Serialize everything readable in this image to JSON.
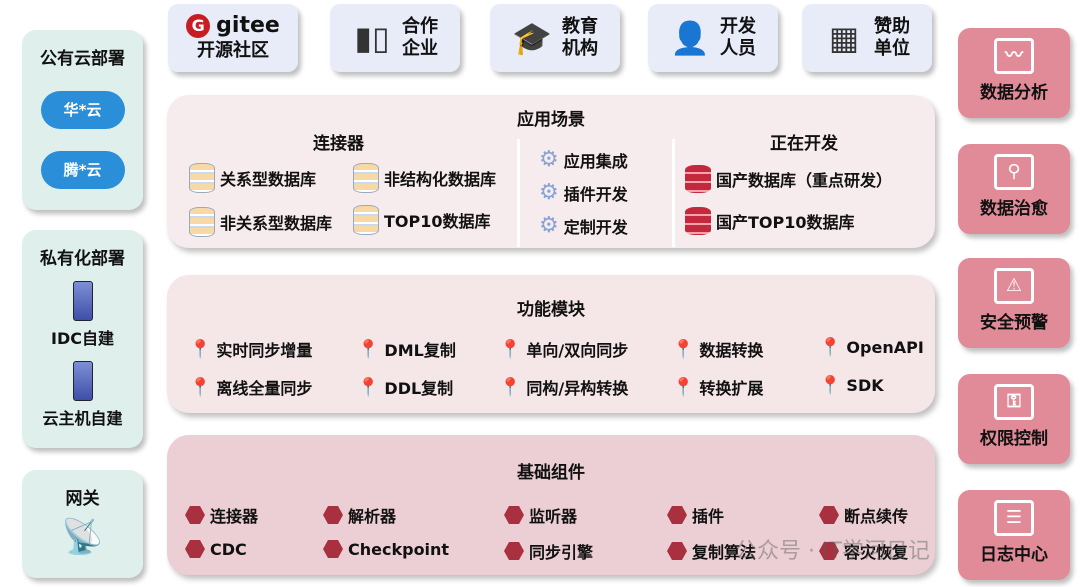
{
  "left": {
    "public": {
      "title": "公有云部署",
      "items": [
        "华*云",
        "腾*云"
      ]
    },
    "private": {
      "title": "私有化部署",
      "items": [
        "IDC自建",
        "云主机自建"
      ]
    },
    "gateway": {
      "title": "网关"
    }
  },
  "top": [
    {
      "logo": "gitee",
      "label": "开源社区"
    },
    {
      "line1": "合作",
      "line2": "企业",
      "icon": "building-icon"
    },
    {
      "line1": "教育",
      "line2": "机构",
      "icon": "graduation-icon"
    },
    {
      "line1": "开发",
      "line2": "人员",
      "icon": "person-icon"
    },
    {
      "line1": "赞助",
      "line2": "单位",
      "icon": "office-icon"
    }
  ],
  "scenes": {
    "title": "应用场景",
    "connectors": {
      "title": "连接器",
      "items": [
        "关系型数据库",
        "非结构化数据库",
        "非关系型数据库",
        "TOP10数据库"
      ]
    },
    "middle": [
      "应用集成",
      "插件开发",
      "定制开发"
    ],
    "developing": {
      "title": "正在开发",
      "items": [
        "国产数据库（重点研发）",
        "国产TOP10数据库"
      ]
    }
  },
  "modules": {
    "title": "功能模块",
    "items": [
      "实时同步增量",
      "DML复制",
      "单向/双向同步",
      "数据转换",
      "OpenAPI",
      "离线全量同步",
      "DDL复制",
      "同构/异构转换",
      "转换扩展",
      "SDK"
    ]
  },
  "base": {
    "title": "基础组件",
    "items": [
      "连接器",
      "解析器",
      "监听器",
      "插件",
      "断点续传",
      "CDC",
      "Checkpoint",
      "同步引擎",
      "复制算法",
      "容灾恢复"
    ]
  },
  "right": [
    "数据分析",
    "数据治愈",
    "安全预警",
    "权限控制",
    "日志中心"
  ],
  "watermark": "公众号 · IT学河日记"
}
